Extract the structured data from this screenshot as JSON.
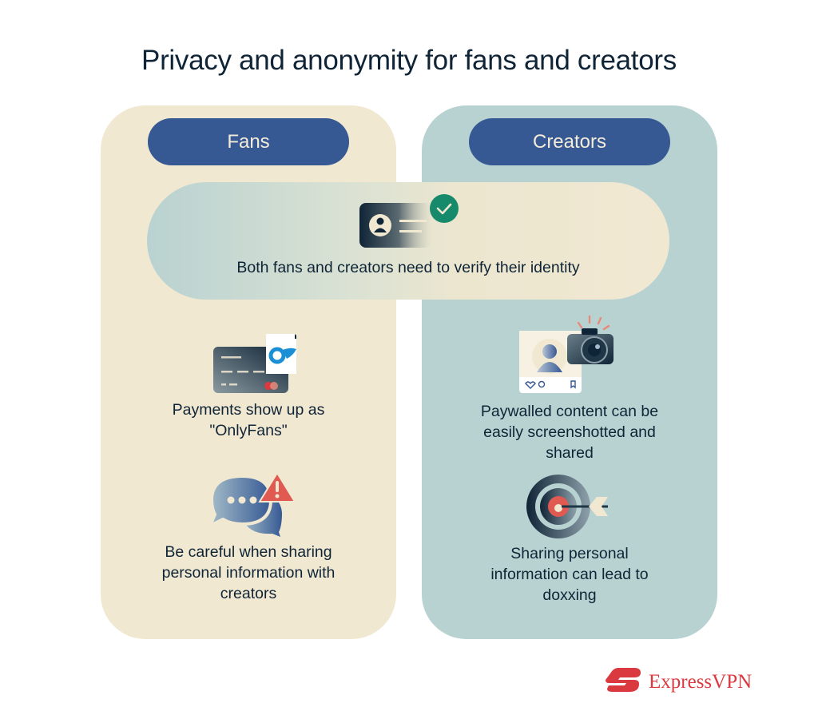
{
  "title": "Privacy and anonymity for fans and creators",
  "colors": {
    "fans_panel": "#f1e8d2",
    "creators_panel": "#b8d2d2",
    "header_pill": "#365994",
    "text": "#0f2436",
    "brand_red": "#da3940",
    "check_green": "#168a6a"
  },
  "columns": {
    "fans": {
      "label": "Fans",
      "items": [
        {
          "icon": "credit-card-onlyfans-icon",
          "text": "Payments show up as \"OnlyFans\""
        },
        {
          "icon": "chat-warning-icon",
          "text": "Be careful when sharing personal information with creators"
        }
      ]
    },
    "creators": {
      "label": "Creators",
      "items": [
        {
          "icon": "screenshot-camera-icon",
          "text": "Paywalled content can be easily screenshotted and shared"
        },
        {
          "icon": "target-arrow-icon",
          "text": "Sharing personal information can lead to doxxing"
        }
      ]
    }
  },
  "shared": {
    "icon": "verified-id-card-icon",
    "text": "Both fans and creators need to verify their identity"
  },
  "brand": {
    "logo_icon": "expressvpn-logo-icon",
    "name": "ExpressVPN"
  }
}
